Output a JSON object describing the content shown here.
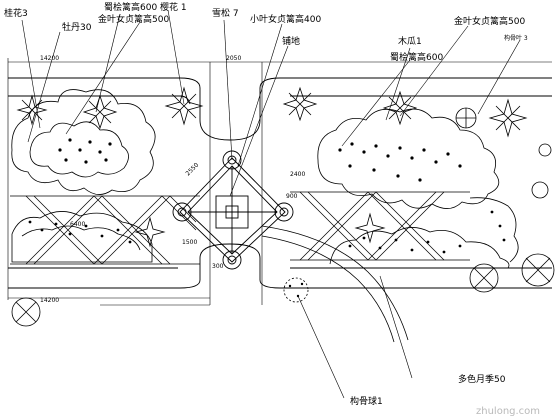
{
  "labels": {
    "guihua": "桂花3",
    "mudan": "牡丹30",
    "shugui": "蜀桧篱高600",
    "yinghua": "樱花 1",
    "jinye_left": "金叶女贞篱高500",
    "xuesong": "雪松 7",
    "xiaoye": "小叶女贞篱高400",
    "pudi": "铺地",
    "mugua": "木瓜1",
    "shuguili_right": "蜀桧篱高600",
    "jinye_right": "金叶女贞篱高500",
    "gouguye": "构骨叶 3",
    "duose": "多色月季50",
    "gouguqiu": "构骨球1"
  },
  "dimensions": {
    "d_top_left": "14200",
    "d_center": "2050",
    "d_bottom_left": "14200",
    "d_6400": "6400",
    "d_1500": "1500",
    "d_2550": "2550",
    "d_2400": "2400",
    "d_900": "900",
    "d_300": "300"
  },
  "watermark": "zhulong.com"
}
